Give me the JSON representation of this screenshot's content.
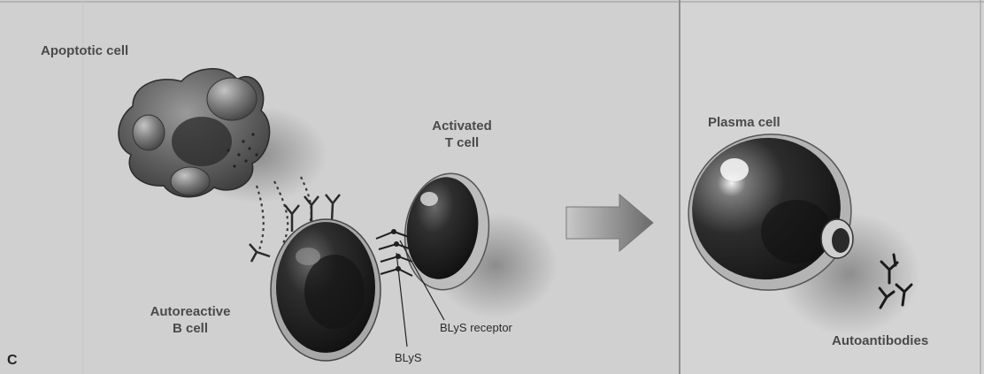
{
  "figure": {
    "panel_letter": "C",
    "labels": {
      "apoptotic_cell": "Apoptotic cell",
      "activated_t_cell_line1": "Activated",
      "activated_t_cell_line2": "T cell",
      "autoreactive_b_cell_line1": "Autoreactive",
      "autoreactive_b_cell_line2": "B cell",
      "blys_receptor": "BLyS receptor",
      "blys": "BLyS",
      "plasma_cell": "Plasma cell",
      "autoantibodies": "Autoantibodies"
    },
    "colors": {
      "background": "#d4d4d4",
      "cell_dark": "#1e1e1e",
      "cell_edge": "#8a8a8a",
      "label": "#4a4a4a"
    }
  }
}
